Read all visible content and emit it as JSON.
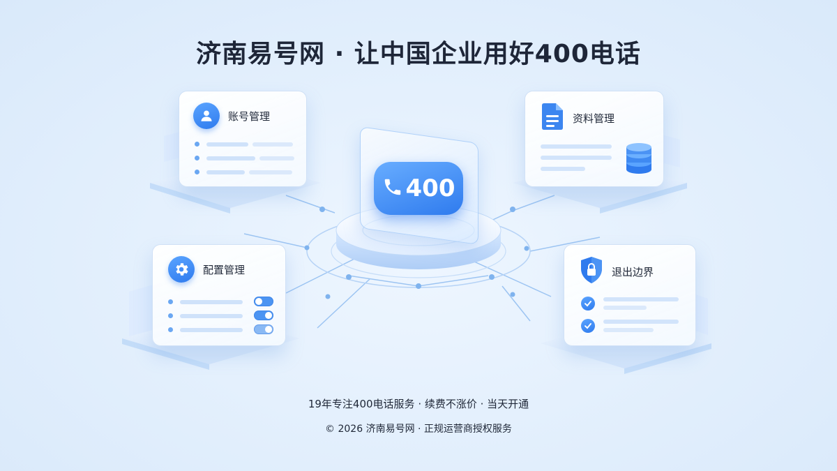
{
  "header": {
    "title": "济南易号网 · 让中国企业用好400电话"
  },
  "center": {
    "badge_text": "400"
  },
  "cards": {
    "account": {
      "title": "账号管理",
      "icon": "user-icon"
    },
    "files": {
      "title": "资料管理",
      "icon": "document-icon",
      "side_icon": "database-icon"
    },
    "config": {
      "title": "配置管理",
      "icon": "gear-icon"
    },
    "exit": {
      "title": "退出边界",
      "icon": "shield-lock-icon"
    }
  },
  "footer": {
    "line1": "19年专注400电话服务 · 续费不涨价 · 当天开通",
    "line2": "© 2026 济南易号网 · 正规运营商授权服务"
  },
  "colors": {
    "accent": "#2f7bee",
    "accent_light": "#5aa4ff",
    "text": "#1e2638",
    "background": "#e4f0fd"
  }
}
